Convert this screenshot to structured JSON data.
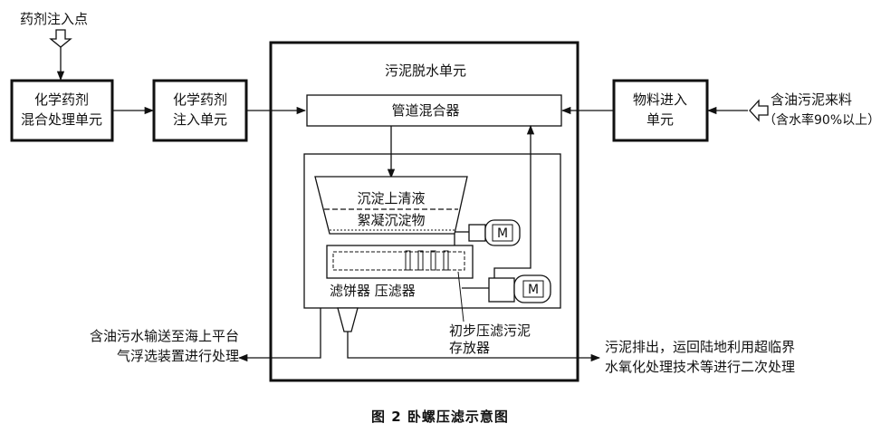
{
  "labels": {
    "chemical_injection_point": "药剂注入点",
    "chem_mix_unit": [
      "化学药剂",
      "混合处理单元"
    ],
    "chem_inject_unit": [
      "化学药剂",
      "注入单元"
    ],
    "dewatering_unit": "污泥脱水单元",
    "pipe_mixer": "管道混合器",
    "material_feed_unit": [
      "物料进入",
      "单元"
    ],
    "oily_sludge_input": [
      "含油污泥来料",
      "（含水率90%以上）"
    ],
    "sediment_supernatant": "沉淀上清液",
    "flocculated_sediment": "絮凝沉淀物",
    "motor_label": "M",
    "filter_cake_press": "滤饼器 压滤器",
    "prefilter_storage": [
      "初步压滤污泥",
      "存放器"
    ],
    "oily_water_output": [
      "含油污水输送至海上平台",
      "气浮选装置进行处理"
    ],
    "sludge_output": [
      "污泥排出，运回陆地利用超临界",
      "水氧化处理技术等进行二次处理"
    ]
  },
  "caption": "图 2    卧螺压滤示意图"
}
